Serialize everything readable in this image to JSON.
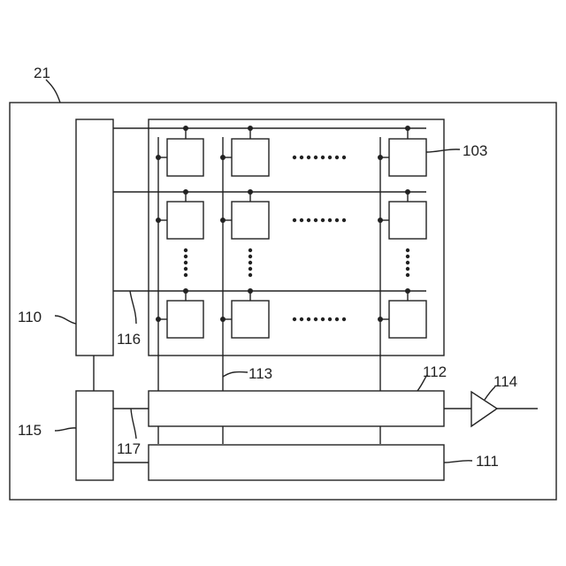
{
  "labels": {
    "device": "21",
    "pixel": "103",
    "vertical_drive": "110",
    "column_processing": "112",
    "horizontal_drive": "111",
    "output_amp": "114",
    "system_control": "115",
    "row_line": "116",
    "control_line": "117",
    "column_line": "113"
  }
}
